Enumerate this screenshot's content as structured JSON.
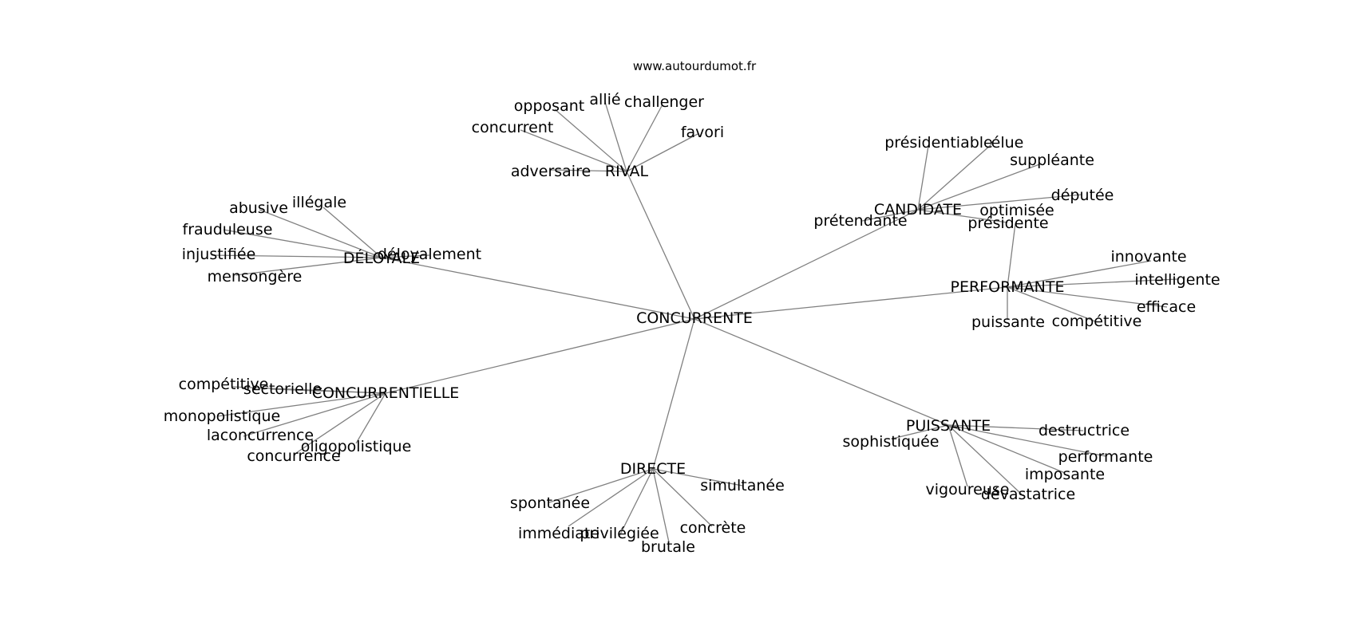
{
  "source_label": "www.autourdumot.fr",
  "center": "CONCURRENTE",
  "clusters": [
    {
      "hub": "RIVAL",
      "words": [
        "adversaire",
        "concurrent",
        "opposant",
        "allié",
        "challenger",
        "favori"
      ]
    },
    {
      "hub": "CANDIDATE",
      "words": [
        "présidentiable",
        "élue",
        "suppléante",
        "députée",
        "présidente",
        "prétendante"
      ]
    },
    {
      "hub": "DÉLOYALE",
      "words": [
        "illégale",
        "abusive",
        "frauduleuse",
        "injustifiée",
        "mensongère",
        "déloyalement"
      ]
    },
    {
      "hub": "PERFORMANTE",
      "words": [
        "optimisée",
        "innovante",
        "intelligente",
        "efficace",
        "compétitive",
        "puissante"
      ]
    },
    {
      "hub": "CONCURRENTIELLE",
      "words": [
        "compétitive",
        "sectorielle",
        "monopolistique",
        "laconcurrence",
        "concurrence",
        "oligopolistique"
      ]
    },
    {
      "hub": "PUISSANTE",
      "words": [
        "destructrice",
        "performante",
        "imposante",
        "dévastatrice",
        "vigoureuse",
        "sophistiquée"
      ]
    },
    {
      "hub": "DIRECTE",
      "words": [
        "simultanée",
        "concrète",
        "brutale",
        "privilégiée",
        "immédiate",
        "spontanée"
      ]
    }
  ]
}
